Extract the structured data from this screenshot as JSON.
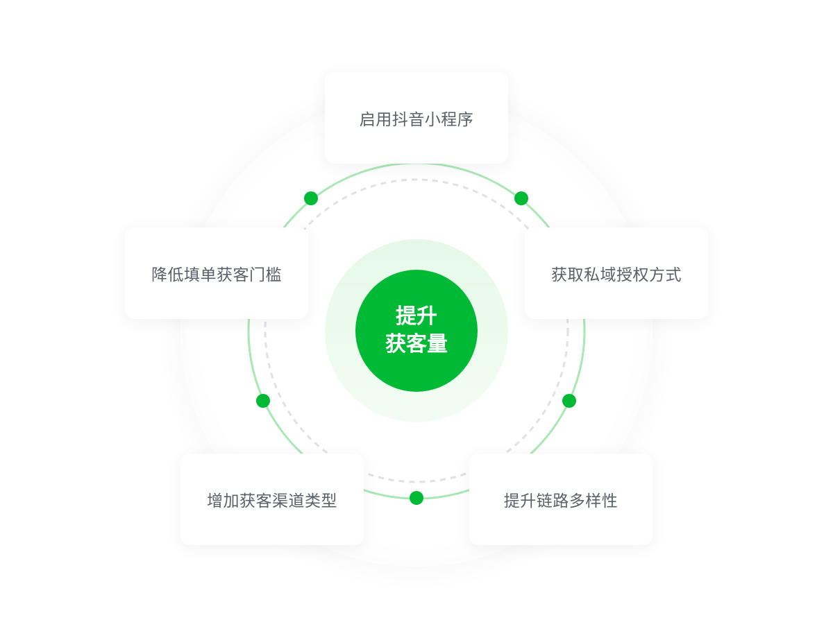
{
  "center": {
    "line1": "提升",
    "line2": "获客量",
    "color": "#00b935"
  },
  "nodes": [
    {
      "id": "top",
      "label": "启用抖音小程序"
    },
    {
      "id": "left",
      "label": "降低填单获客门槛"
    },
    {
      "id": "right",
      "label": "获取私域授权方式"
    },
    {
      "id": "bottom-left",
      "label": "增加获客渠道类型"
    },
    {
      "id": "bottom-right",
      "label": "提升链路多样性"
    }
  ],
  "colors": {
    "accent": "#00b935",
    "ring": "#a9e8b4",
    "dashed_ring": "#e0e1e6",
    "card_text": "#5a5f68",
    "glow": "#e6f9e8"
  }
}
